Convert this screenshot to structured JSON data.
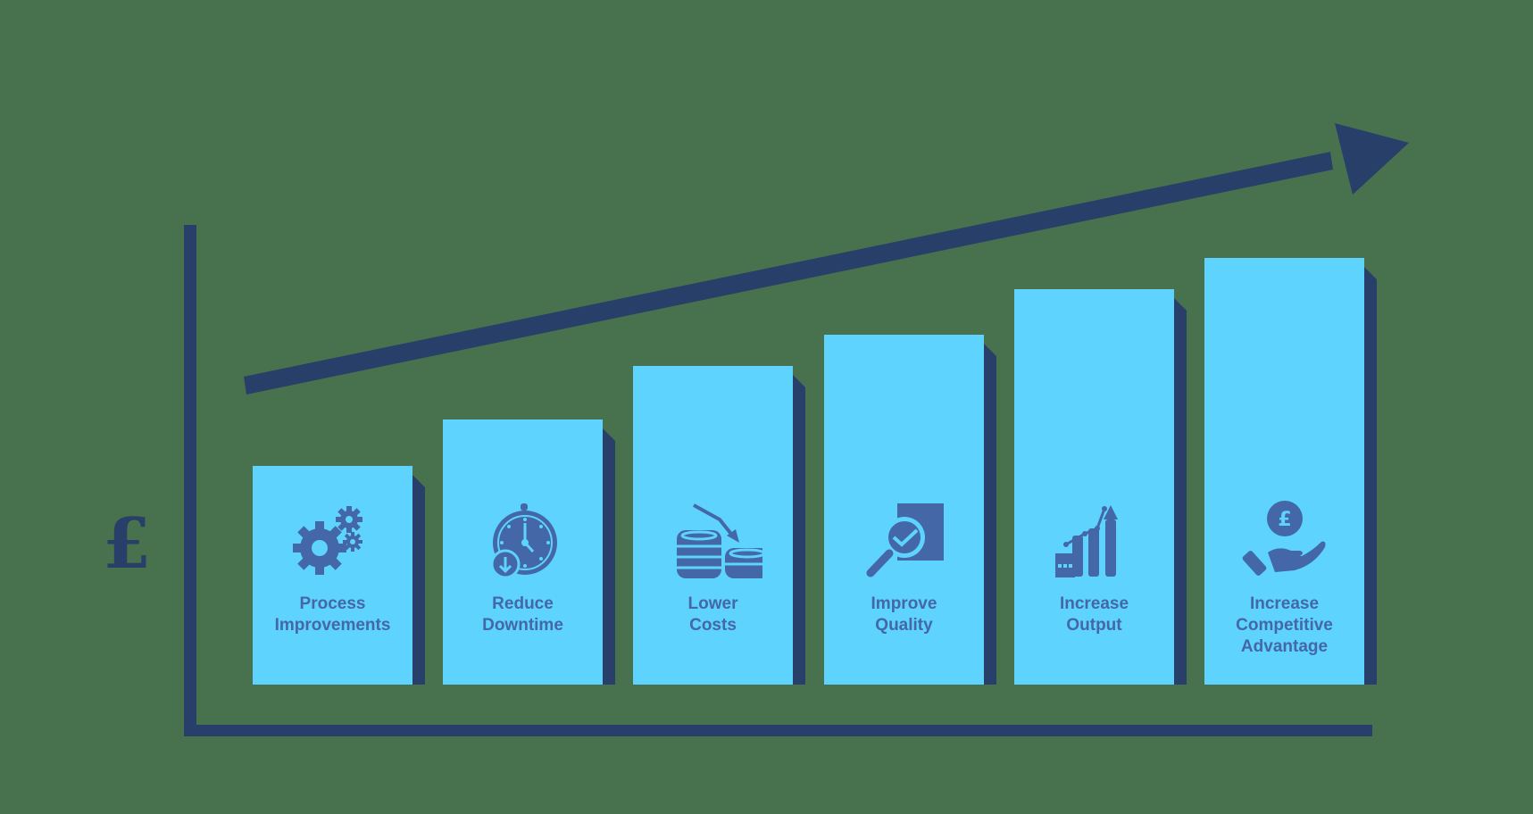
{
  "diagram": {
    "currency_symbol": "£",
    "colors": {
      "background": "#48724e",
      "axis": "#283f69",
      "bar": "#5dd3fd",
      "bar_shadow": "#283f69",
      "icon_and_text": "#4467a8"
    },
    "trend_arrow": "upward-trend-arrow",
    "bars": [
      {
        "label_line1": "Process",
        "label_line2": "Improvements",
        "label_line3": "",
        "icon": "gears-icon",
        "relative_height": 245
      },
      {
        "label_line1": "Reduce",
        "label_line2": "Downtime",
        "label_line3": "",
        "icon": "stopwatch-down-icon",
        "relative_height": 297
      },
      {
        "label_line1": "Lower",
        "label_line2": "Costs",
        "label_line3": "",
        "icon": "coins-decrease-icon",
        "relative_height": 357
      },
      {
        "label_line1": "Improve",
        "label_line2": "Quality",
        "label_line3": "",
        "icon": "magnifier-check-icon",
        "relative_height": 392
      },
      {
        "label_line1": "Increase",
        "label_line2": "Output",
        "label_line3": "",
        "icon": "growth-chart-icon",
        "relative_height": 443
      },
      {
        "label_line1": "Increase",
        "label_line2": "Competitive",
        "label_line3": "Advantage",
        "icon": "hand-coin-icon",
        "relative_height": 478
      }
    ]
  },
  "chart_data": {
    "type": "bar",
    "title": "",
    "xlabel": "",
    "ylabel": "£",
    "categories": [
      "Process Improvements",
      "Reduce Downtime",
      "Lower Costs",
      "Improve Quality",
      "Increase Output",
      "Increase Competitive Advantage"
    ],
    "values": [
      245,
      297,
      357,
      392,
      443,
      478
    ],
    "value_units": "relative bar height (px), no numeric axis shown",
    "grid": false,
    "legend": "none",
    "annotations": [
      "Upward trend arrow above bars"
    ]
  }
}
